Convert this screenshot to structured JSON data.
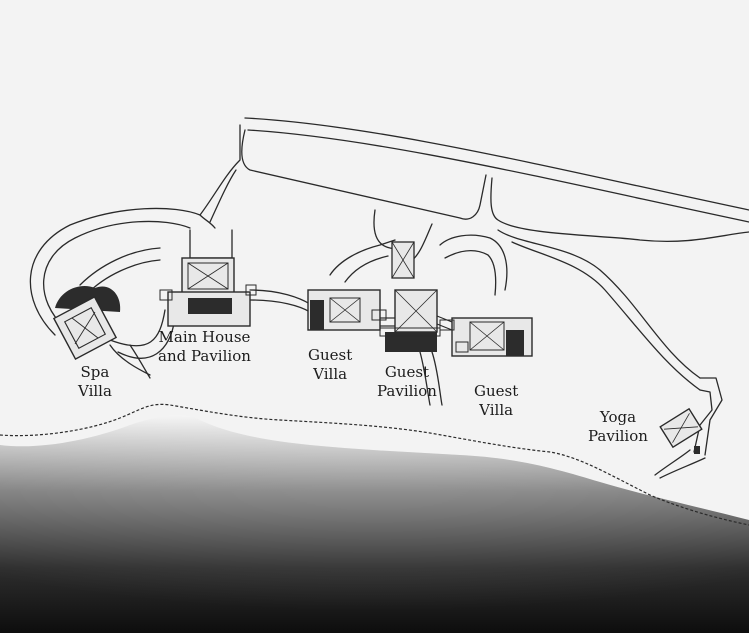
{
  "colors": {
    "background": "#f3f3f3",
    "ink": "#2a2a2a",
    "water_deep": "#111111",
    "roof_fill": "#e8e8e8",
    "dark_fill": "#2c2c2c"
  },
  "labels": {
    "spa": {
      "line1": "Spa",
      "line2": "Villa"
    },
    "main_house": {
      "line1": "Main House",
      "line2": "and Pavilion"
    },
    "guest_villa_west": {
      "line1": "Guest",
      "line2": "Villa"
    },
    "guest_pavilion": {
      "line1": "Guest",
      "line2": "Pavilion"
    },
    "guest_villa_east": {
      "line1": "Guest",
      "line2": "Villa"
    },
    "yoga": {
      "line1": "Yoga",
      "line2": "Pavilion"
    }
  }
}
